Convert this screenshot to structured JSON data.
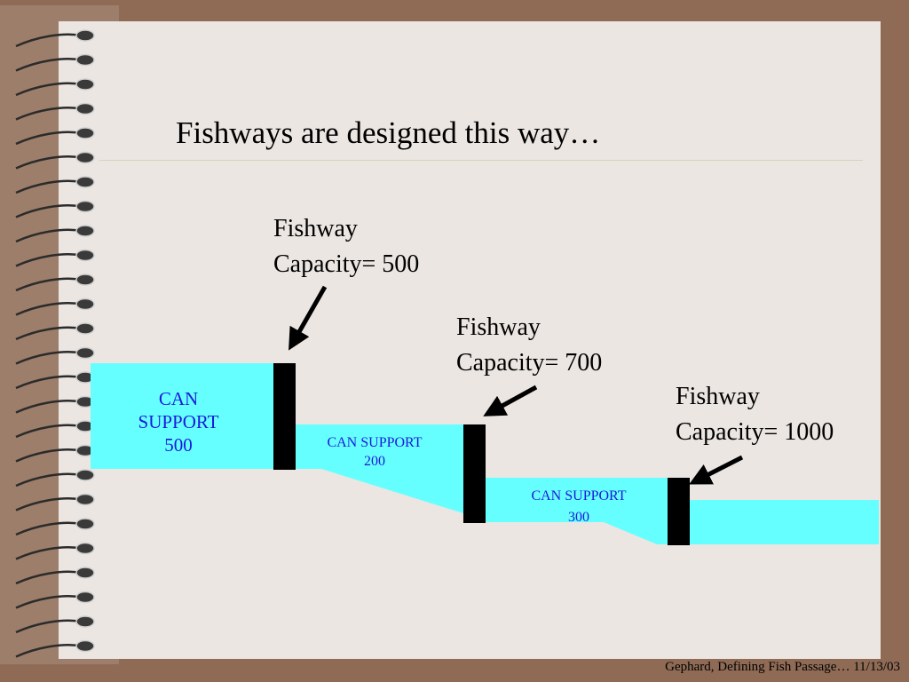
{
  "slide": {
    "title": "Fishways are designed this way…",
    "footer": "Gephard, Defining Fish Passage… 11/13/03"
  },
  "diagram": {
    "water_color": "#66ffff",
    "barrier_color": "#000000",
    "label_color": "#1a1adb",
    "pools": [
      {
        "label_line1": "CAN",
        "label_line2": "SUPPORT",
        "label_line3": "500"
      },
      {
        "label_line1": "CAN SUPPORT",
        "label_line2": "200"
      },
      {
        "label_line1": "CAN SUPPORT",
        "label_line2": "300"
      }
    ],
    "fishways": [
      {
        "line1": "Fishway",
        "line2": "Capacity= 500"
      },
      {
        "line1": "Fishway",
        "line2": "Capacity= 700"
      },
      {
        "line1": "Fishway",
        "line2": "Capacity= 1000"
      }
    ]
  }
}
